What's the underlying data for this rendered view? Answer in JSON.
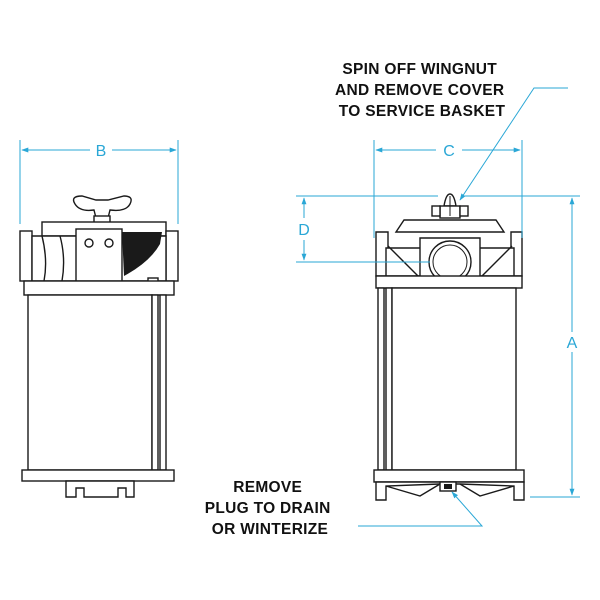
{
  "dimensions": {
    "width_label": "B",
    "front_width_label": "C",
    "top_height_label": "D",
    "overall_height_label": "A"
  },
  "notes": {
    "service": [
      "SPIN OFF WINGNUT",
      "AND REMOVE COVER",
      "TO SERVICE BASKET"
    ],
    "drain": [
      "REMOVE",
      "PLUG TO DRAIN",
      "OR WINTERIZE"
    ]
  },
  "colors": {
    "dimension_lines": "#2aa7d6",
    "outline": "#1a1a1a",
    "background": "#ffffff"
  }
}
